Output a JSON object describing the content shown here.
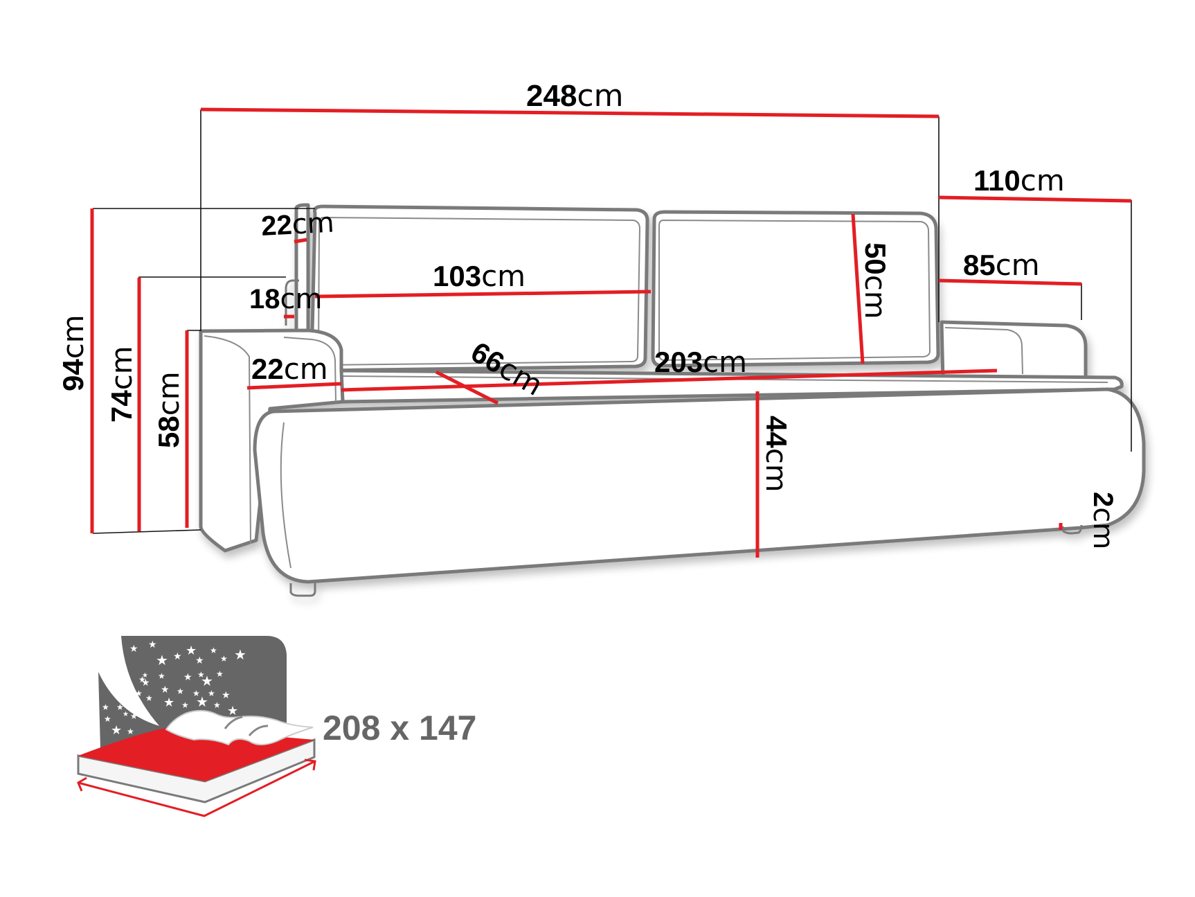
{
  "diagram": {
    "title": "Sofa dimensions",
    "colors": {
      "dimension_line": "#e31e24",
      "outline": "#7a7a7a",
      "bed_icon_background": "#666666",
      "bed_icon_mattress": "#e31e24",
      "text": "#000000",
      "bed_size_text": "#666666"
    },
    "dimensions": {
      "total_width": {
        "value": "248",
        "unit": "cm"
      },
      "total_depth": {
        "value": "110",
        "unit": "cm"
      },
      "seat_depth": {
        "value": "85",
        "unit": "cm"
      },
      "backrest_thickness": {
        "value": "22",
        "unit": "cm"
      },
      "backrest_lower_thickness": {
        "value": "18",
        "unit": "cm"
      },
      "cushion_width": {
        "value": "103",
        "unit": "cm"
      },
      "cushion_height": {
        "value": "50",
        "unit": "cm"
      },
      "armrest_width": {
        "value": "22",
        "unit": "cm"
      },
      "seat_cushion_depth": {
        "value": "66",
        "unit": "cm"
      },
      "seat_width": {
        "value": "203",
        "unit": "cm"
      },
      "total_height": {
        "value": "94",
        "unit": "cm"
      },
      "backrest_height": {
        "value": "74",
        "unit": "cm"
      },
      "armrest_height": {
        "value": "58",
        "unit": "cm"
      },
      "seat_height": {
        "value": "44",
        "unit": "cm"
      },
      "leg_height": {
        "value": "2",
        "unit": "cm"
      }
    },
    "sleeping_area": {
      "icon": "bed-night-stars-icon",
      "label": "208 x 147"
    }
  }
}
